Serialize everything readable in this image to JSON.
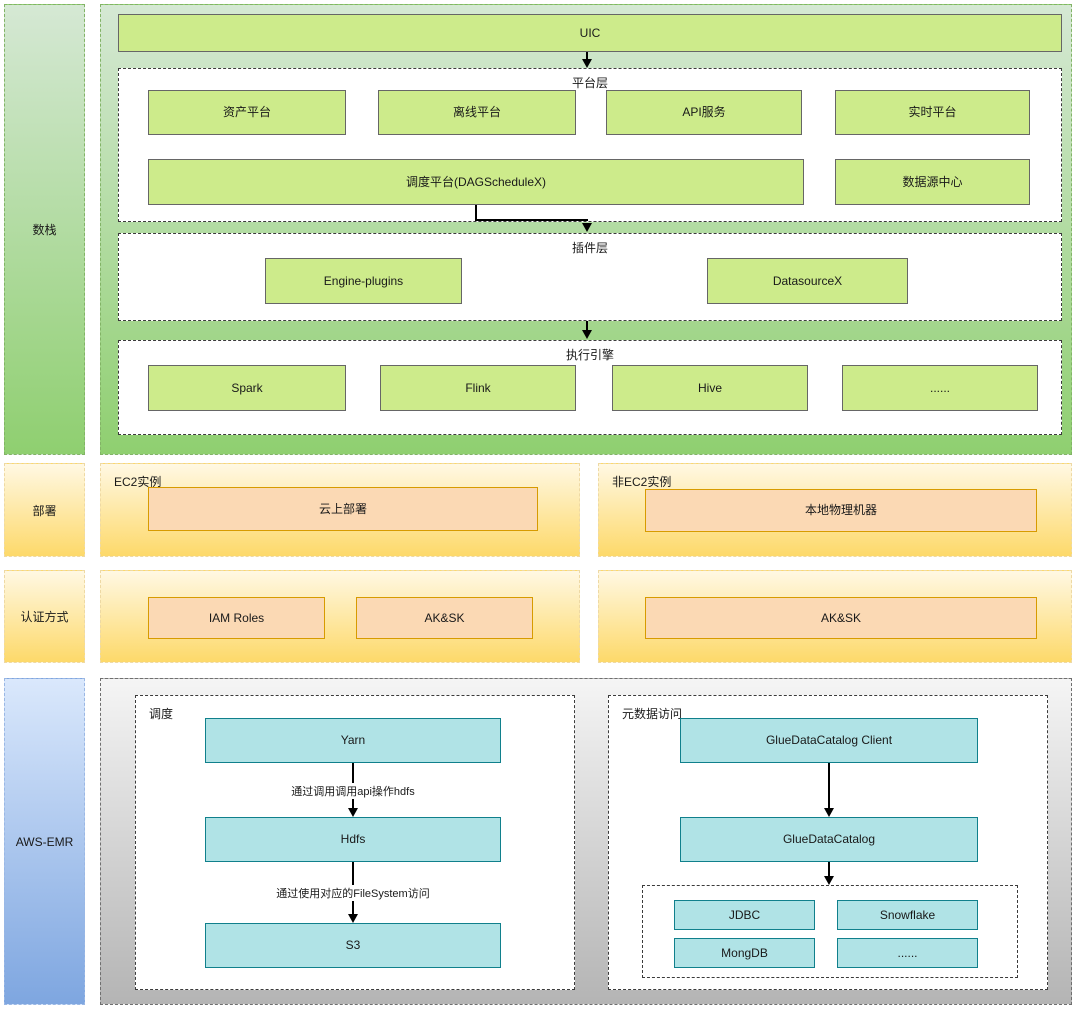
{
  "sidebar": {
    "datastack_label": "数栈",
    "deploy_label": "部署",
    "auth_label": "认证方式",
    "aws_label": "AWS-EMR"
  },
  "datastack": {
    "uic_label": "UIC",
    "platform_layer": {
      "title": "平台层",
      "boxes_row1": [
        "资产平台",
        "离线平台",
        "API服务",
        "实时平台"
      ],
      "scheduler_box": "调度平台(DAGScheduleX)",
      "datasource_center_box": "数据源中心"
    },
    "plugin_layer": {
      "title": "插件层",
      "engine_plugins_box": "Engine-plugins",
      "datasourcex_box": "DatasourceX"
    },
    "engine_layer": {
      "title": "执行引擎",
      "boxes": [
        "Spark",
        "Flink",
        "Hive",
        "......"
      ]
    }
  },
  "deploy": {
    "ec2_panel": {
      "title": "EC2实例",
      "box": "云上部署"
    },
    "non_ec2_panel": {
      "title": "非EC2实例",
      "box": "本地物理机器"
    }
  },
  "auth": {
    "ec2_boxes": [
      "IAM Roles",
      "AK&SK"
    ],
    "non_ec2_box": "AK&SK"
  },
  "aws_emr": {
    "scheduling_panel": {
      "title": "调度",
      "yarn": "Yarn",
      "hdfs": "Hdfs",
      "s3": "S3",
      "edge_yarn_hdfs": "通过调用调用api操作hdfs",
      "edge_hdfs_s3": "通过使用对应的FileSystem访问"
    },
    "metadata_panel": {
      "title": "元数据访问",
      "client": "GlueDataCatalog Client",
      "catalog": "GlueDataCatalog",
      "connectors": [
        "JDBC",
        "Snowflake",
        "MongDB",
        "......"
      ]
    }
  },
  "colors": {
    "lime_fill": "#cdeb8b",
    "lime_border": "#666666",
    "green_grad_top": "#d5e8d4",
    "green_grad_bottom": "#8fcf70",
    "green_dashed": "#82b366",
    "yellow_grad_top": "#fff8e3",
    "yellow_grad_bottom": "#fdd96a",
    "yellow_dashed": "#eed9a4",
    "orange_fill": "#fbd9b4",
    "orange_border": "#d79b00",
    "blue_grad_top": "#dae8fc",
    "blue_grad_bottom": "#7ea6e0",
    "gray_grad_top": "#f5f5f5",
    "gray_grad_bottom": "#b4b4b4",
    "cyan_fill": "#b0e3e6",
    "cyan_border": "#10808c",
    "panel_dashed": "#3b3b3b",
    "arrow": "#000000"
  }
}
